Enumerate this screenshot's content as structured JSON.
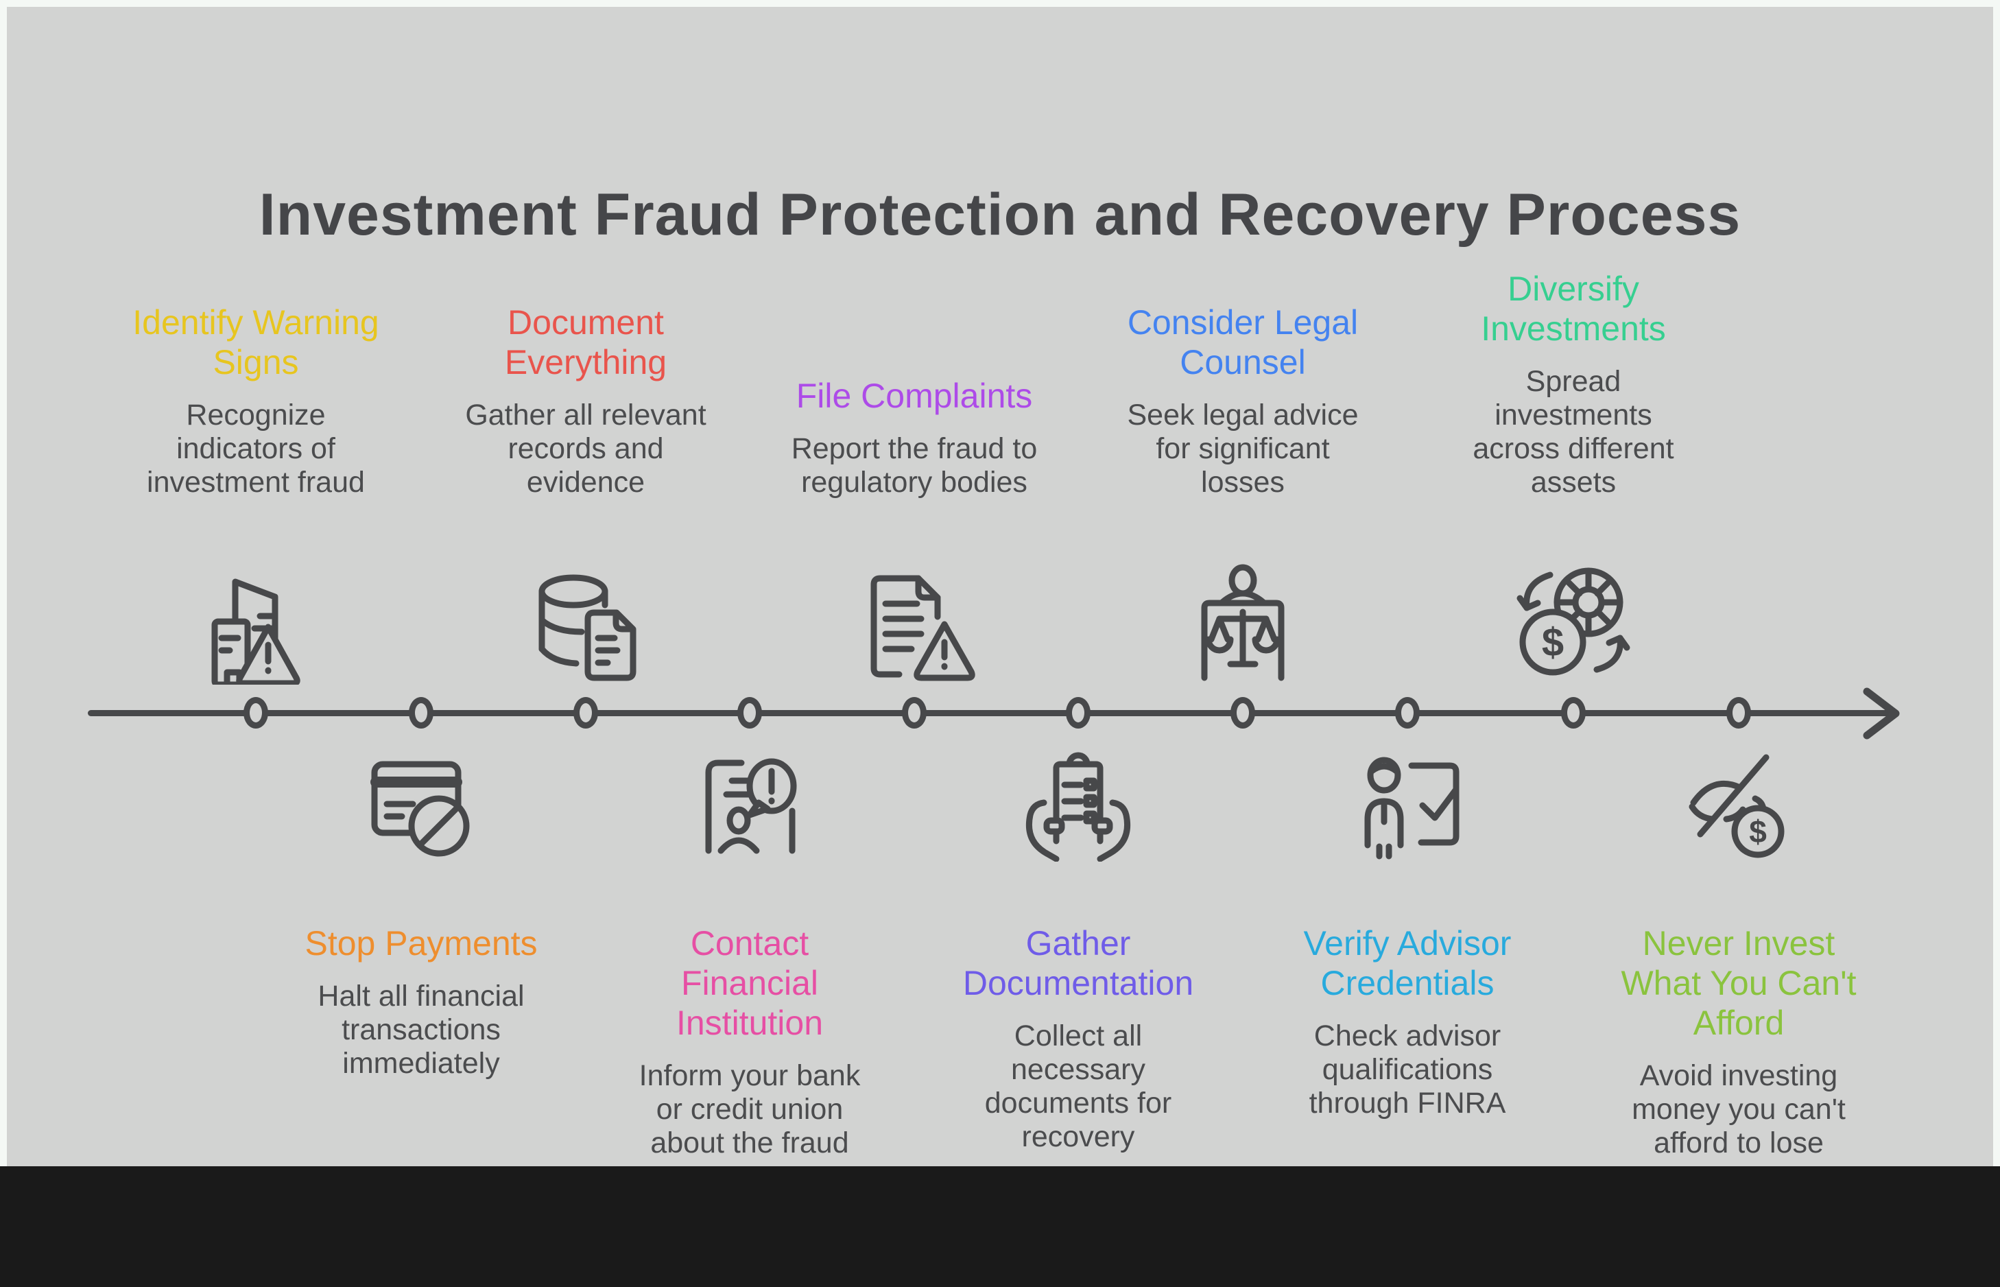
{
  "title": "Investment Fraud Protection and Recovery Process",
  "colors": {
    "canvas_background": "#d2d3d2",
    "page_margin": "#f4f8f5",
    "bottom_bar": "#1a1a1a",
    "timeline_line": "#47484a",
    "title_text": "#454649",
    "body_text": "#4b4c4e"
  },
  "steps": [
    {
      "label": "Identify Warning\nSigns",
      "description": "Recognize\nindicators of\ninvestment fraud",
      "color": "#e7c51f",
      "icon": "city-warning-icon",
      "side": "top"
    },
    {
      "label": "Stop Payments",
      "description": "Halt all financial\ntransactions\nimmediately",
      "color": "#ee8e2e",
      "icon": "blocked-card-icon",
      "side": "bottom"
    },
    {
      "label": "Document\nEverything",
      "description": "Gather all relevant\nrecords and\nevidence",
      "color": "#e9544c",
      "icon": "records-database-icon",
      "side": "top"
    },
    {
      "label": "Contact\nFinancial\nInstitution",
      "description": "Inform your bank\nor credit union\nabout the fraud",
      "color": "#e64fa4",
      "icon": "bank-alert-icon",
      "side": "bottom"
    },
    {
      "label": "File Complaints",
      "description": "Report the fraud to\nregulatory bodies",
      "color": "#ad4be8",
      "icon": "complaint-document-icon",
      "side": "top"
    },
    {
      "label": "Gather\nDocumentation",
      "description": "Collect all\nnecessary\ndocuments for\nrecovery",
      "color": "#6f5ce8",
      "icon": "checklist-hands-icon",
      "side": "bottom"
    },
    {
      "label": "Consider Legal\nCounsel",
      "description": "Seek legal advice\nfor significant\nlosses",
      "color": "#4483f0",
      "icon": "legal-scales-icon",
      "side": "top"
    },
    {
      "label": "Verify Advisor\nCredentials",
      "description": "Check advisor\nqualifications\nthrough FINRA",
      "color": "#28aadd",
      "icon": "advisor-check-icon",
      "side": "bottom"
    },
    {
      "label": "Diversify\nInvestments",
      "description": "Spread\ninvestments\nacross different\nassets",
      "color": "#36cf90",
      "icon": "diversify-chip-icon",
      "side": "top"
    },
    {
      "label": "Never Invest\nWhat You Can't\nAfford",
      "description": "Avoid investing\nmoney you can't\nafford to lose",
      "color": "#8ac33e",
      "icon": "hidden-money-icon",
      "side": "bottom"
    }
  ]
}
